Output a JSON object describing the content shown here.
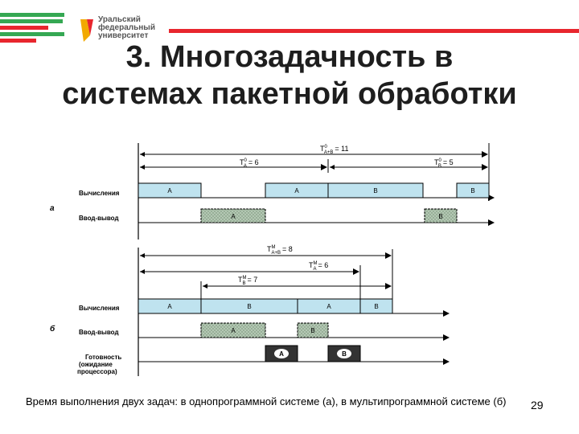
{
  "logo": {
    "line1": "Уральский",
    "line2": "федеральный",
    "line3": "университет"
  },
  "title": {
    "line1": "3. Многозадачность в",
    "line2": "системах пакетной обработки"
  },
  "colors": {
    "compute": "#bfe3ef",
    "io": "#b4c8b4",
    "wait": "#333333",
    "header_red": "#e8262e",
    "header_green": "#35a853",
    "logo_orange": "#f2a900"
  },
  "diagram_a": {
    "letter": "а",
    "row_compute": "Вычисления",
    "row_io": "Ввод-вывод",
    "dim_total": "T",
    "dim_total_sup": "0",
    "dim_total_sub": "A+B",
    "dim_total_value": "= 11",
    "dim_a": "T",
    "dim_a_sup": "0",
    "dim_a_sub": "A",
    "dim_a_value": "= 6",
    "dim_b": "T",
    "dim_b_sup": "0",
    "dim_b_sub": "B",
    "dim_b_value": "= 5",
    "block_a1": "A",
    "block_a2": "A",
    "block_b1": "B",
    "block_b2": "B",
    "io_a": "A",
    "io_b": "B"
  },
  "diagram_b": {
    "letter": "б",
    "row_compute": "Вычисления",
    "row_io": "Ввод-вывод",
    "row_wait_1": "Готовность",
    "row_wait_2": "(ожидание",
    "row_wait_3": "процессора)",
    "dim_total": "T",
    "dim_total_sup": "M",
    "dim_total_sub": "A+B",
    "dim_total_value": "= 8",
    "dim_a": "T",
    "dim_a_sup": "M",
    "dim_a_sub": "A",
    "dim_a_value": "= 6",
    "dim_b": "T",
    "dim_b_sup": "M",
    "dim_b_sub": "B",
    "dim_b_value": "= 7",
    "block_a1": "A",
    "block_b1": "B",
    "block_a2": "A",
    "block_b2": "B",
    "io_a": "A",
    "io_b": "B",
    "wait_a": "A",
    "wait_b": "B"
  },
  "caption": "Время выполнения двух задач: в однопрограммной системе (а), в мультипрограммной системе (б)",
  "page_number": "29"
}
